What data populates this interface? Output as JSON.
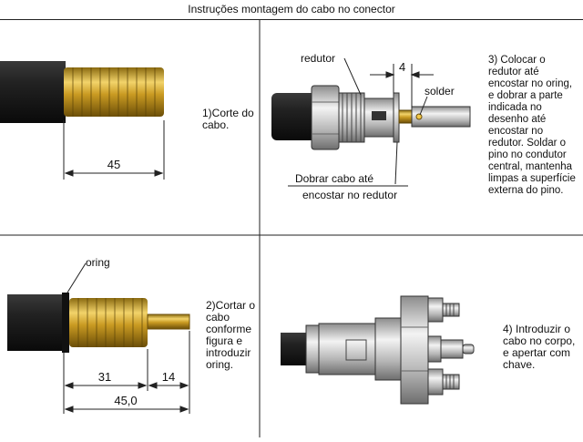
{
  "header": {
    "title": "Instruções montagem do cabo no conector"
  },
  "panels": {
    "step1": {
      "caption": "1)Corte do\ncabo.",
      "dimension": "45"
    },
    "step2": {
      "caption": "2)Cortar o\ncabo\nconforme\nfigura e\nintroduzir\noring.",
      "callout_oring": "oring",
      "dimension_a": "31",
      "dimension_b": "14",
      "dimension_total": "45,0"
    },
    "step3": {
      "caption": "3) Colocar o\nredutor até\nencostar no oring,\ne dobrar a parte\nindicada no\ndesenho até\nencostar no\nredutor. Soldar o\npino no condutor\ncentral, mantenha\nlimpas a superfície\nexterna do pino.",
      "callout_redutor": "redutor",
      "callout_solder": "solder",
      "dimension": "4",
      "callout_bend_line1": "Dobrar cabo até",
      "callout_bend_line2": "encostar no redutor"
    },
    "step4": {
      "caption": "4) Introduzir o\ncabo no corpo,\ne apertar com\nchave."
    }
  }
}
